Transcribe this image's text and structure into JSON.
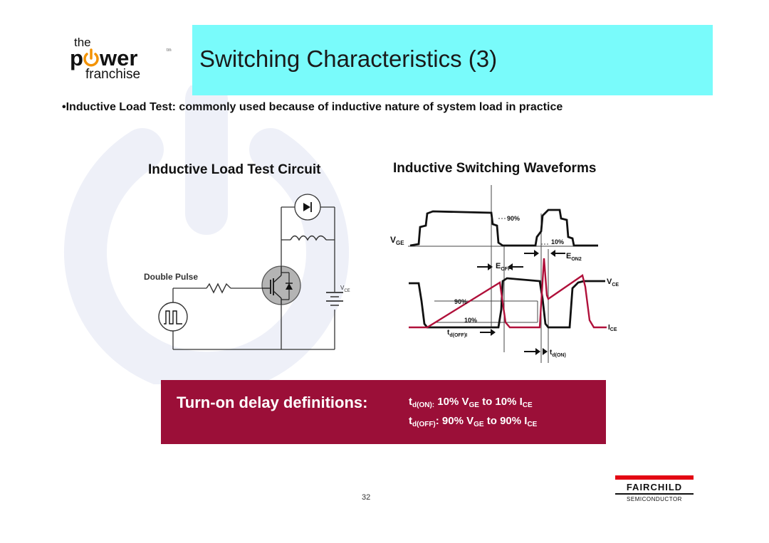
{
  "logo": {
    "word_the": "the",
    "word_power": "pwer",
    "word_franchise": "franchise",
    "tm": "tm"
  },
  "title": "Switching Characteristics (3)",
  "bullet": "•Inductive Load Test: commonly used because of inductive nature of system load in practice",
  "circuit": {
    "title": "Inductive Load Test Circuit",
    "double_pulse_label": "Double Pulse",
    "vce_label": "V",
    "vce_sub": "CE"
  },
  "waveforms": {
    "title": "Inductive Switching Waveforms",
    "label_90_top": "90%",
    "label_10_top": "10%",
    "vge": "V",
    "vge_sub": "GE",
    "eoff": "E",
    "eoff_sub": "OFF",
    "eon2": "E",
    "eon2_sub": "ON2",
    "vce": "V",
    "vce_sub": "CE",
    "label_90_bottom": "90%",
    "label_10_bottom": "10%",
    "ice": "I",
    "ice_sub": "CE",
    "tdoff": "t",
    "tdoff_sub": "d(OFF)I",
    "tdon": "t",
    "tdon_sub": "d(ON)"
  },
  "definitions": {
    "label": "Turn-on delay definitions:",
    "on_t": "t",
    "on_sub": "d(ON):",
    "on_text1": " 10% V",
    "on_sub2": "GE",
    "on_text2": " to 10% I",
    "on_sub3": "CE",
    "off_t": "t",
    "off_sub": "d(OFF)",
    "off_text1": ": 90% V",
    "off_sub2": "GE",
    "off_text2": " to 90% I",
    "off_sub3": "CE"
  },
  "page_number": "32",
  "footer_logo": {
    "name": "FAIRCHILD",
    "sub": "SEMICONDUCTOR"
  },
  "colors": {
    "title_bar": "#79fbfb",
    "definition_box": "#9b0f38",
    "current_trace": "#b0103a",
    "logo_orange": "#f39200"
  }
}
